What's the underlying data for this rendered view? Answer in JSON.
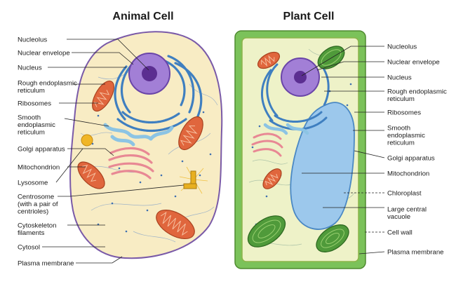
{
  "animal": {
    "title": "Animal Cell",
    "labels": [
      [
        "Nucleolus"
      ],
      [
        "Nuclear envelope"
      ],
      [
        "Nucleus"
      ],
      [
        "Rough endoplasmic",
        "reticulum"
      ],
      [
        "Ribosomes"
      ],
      [
        "Smooth",
        "endoplasmic",
        "reticulum"
      ],
      [
        "Golgi apparatus"
      ],
      [
        "Mitochondrion"
      ],
      [
        "Lysosome"
      ],
      [
        "Centrosome",
        "(with a pair of",
        "centrioles)"
      ],
      [
        "Cytoskeleton",
        "filaments"
      ],
      [
        "Cytosol"
      ],
      [
        "Plasma membrane"
      ]
    ]
  },
  "plant": {
    "title": "Plant Cell",
    "labels": [
      [
        "Nucleolus"
      ],
      [
        "Nuclear envelope"
      ],
      [
        "Nucleus"
      ],
      [
        "Rough endoplasmic",
        "reticulum"
      ],
      [
        "Ribosomes"
      ],
      [
        "Smooth",
        "endoplasmic",
        "reticulum"
      ],
      [
        "Golgi apparatus"
      ],
      [
        "Mitochondrion"
      ],
      [
        "Chloroplast"
      ],
      [
        "Large central",
        "vacuole"
      ],
      [
        "Cell wall"
      ],
      [
        "Plasma membrane"
      ]
    ]
  },
  "colors": {
    "cytoplasm": "#f8ecc4",
    "membrane": "#7a5aa8",
    "nucleus": "#a27fd6",
    "nucleolus": "#5b2e91",
    "er": "#3f7fc0",
    "golgi": "#e88894",
    "mito": "#e0663d",
    "chloroplast": "#4f9a3a",
    "cell_wall": "#7bc25a",
    "vacuole": "#9cc8ec"
  }
}
